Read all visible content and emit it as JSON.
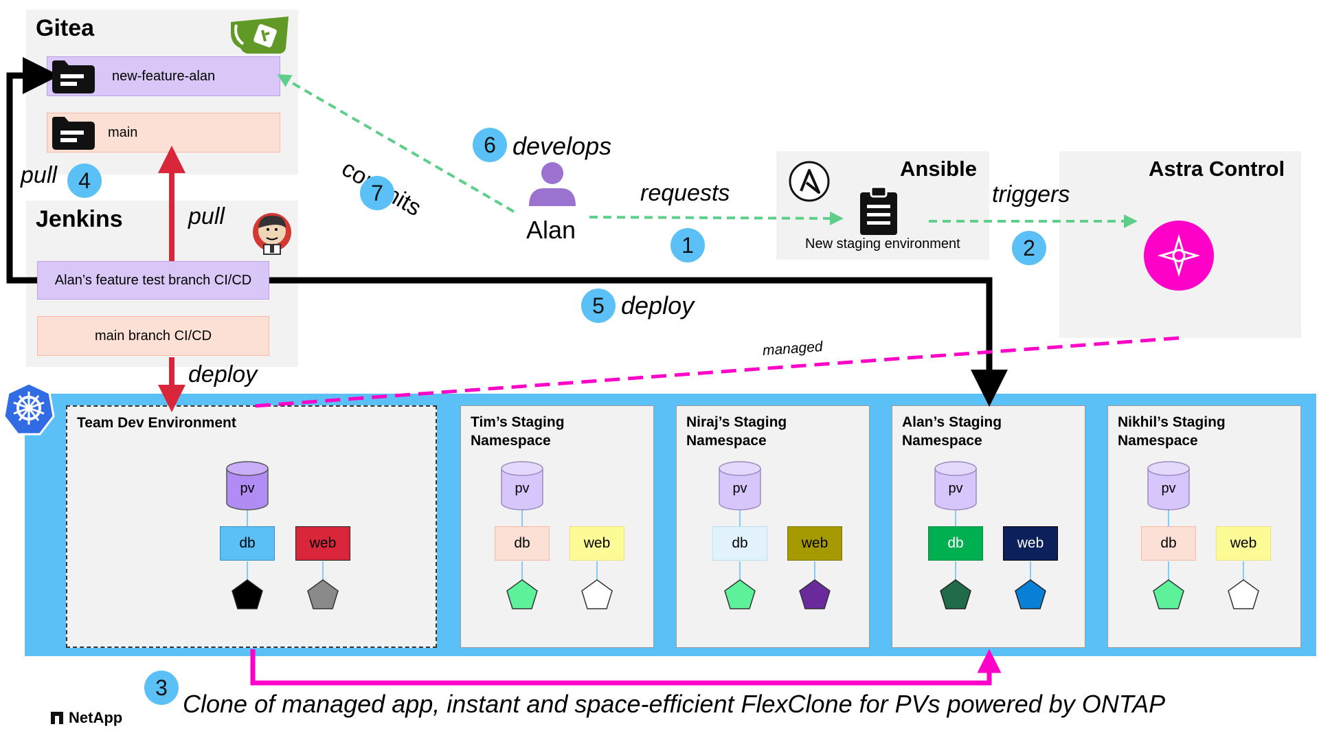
{
  "gitea": {
    "title": "Gitea",
    "branch_feature": "new-feature-alan",
    "branch_main": "main"
  },
  "jenkins": {
    "title": "Jenkins",
    "ci_feature": "Alan’s feature test branch CI/CD",
    "ci_main": "main branch CI/CD"
  },
  "ansible": {
    "title": "Ansible",
    "job": "New staging environment"
  },
  "astra": {
    "title": "Astra Control"
  },
  "user": {
    "name": "Alan"
  },
  "labels": {
    "pull_left": "pull",
    "pull_mid": "pull",
    "deploy_mid": "deploy",
    "commits": "commits",
    "develops": "develops",
    "requests": "requests",
    "triggers": "triggers",
    "deploy_long": "deploy",
    "managed": "managed",
    "clone_caption": "Clone of managed app, instant and space-efficient FlexClone for PVs powered by ONTAP"
  },
  "steps": {
    "s1": "1",
    "s2": "2",
    "s3": "3",
    "s4": "4",
    "s5": "5",
    "s6": "6",
    "s7": "7"
  },
  "namespaces": [
    {
      "title": "Team Dev Environment",
      "pv": "pv",
      "db": "db",
      "web": "web"
    },
    {
      "title": "Tim’s Staging Namespace",
      "pv": "pv",
      "db": "db",
      "web": "web"
    },
    {
      "title": "Niraj’s Staging Namespace",
      "pv": "pv",
      "db": "db",
      "web": "web"
    },
    {
      "title": "Alan’s Staging Namespace",
      "pv": "pv",
      "db": "db",
      "web": "web"
    },
    {
      "title": "Nikhil’s Staging Namespace",
      "pv": "pv",
      "db": "db",
      "web": "web"
    }
  ],
  "logo": {
    "netapp": "NetApp"
  },
  "colors": {
    "cluster_blue": "#5bc0f5",
    "astra_magenta": "#ff00c8",
    "arrow_red": "#d9263b",
    "arrow_green": "#5ecf8a",
    "purple": "#d9c8f7",
    "peach": "#fde0d5"
  }
}
